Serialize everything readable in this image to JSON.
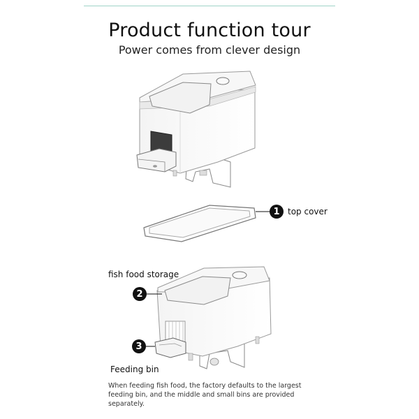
{
  "header": {
    "title": "Product function tour",
    "subtitle": "Power comes from clever design"
  },
  "callouts": [
    {
      "number": "1",
      "label": "top cover"
    },
    {
      "number": "2",
      "label": "fish food storage"
    },
    {
      "number": "3",
      "label": "Feeding bin"
    }
  ],
  "footnote": "When feeding fish food, the factory defaults to the largest feeding bin, and the middle and small bins are provided separately."
}
